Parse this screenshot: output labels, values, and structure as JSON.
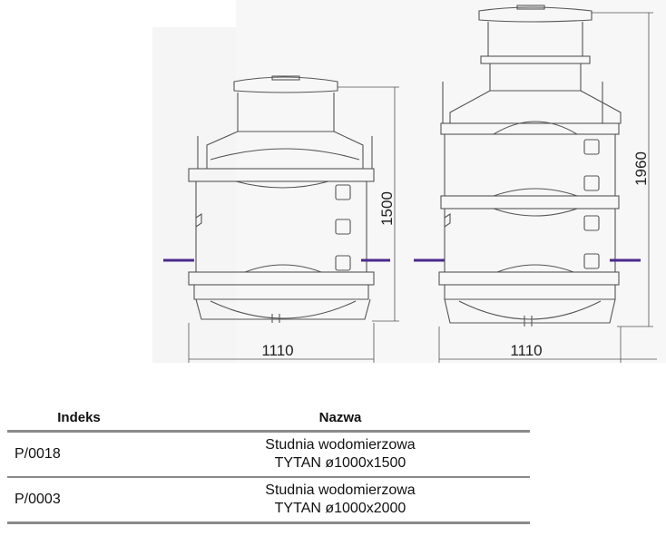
{
  "drawings": [
    {
      "id": "well-1500",
      "width_label": "1110",
      "height_label": "1500"
    },
    {
      "id": "well-1960",
      "width_label": "1110",
      "height_label": "1960"
    }
  ],
  "colors": {
    "line": "#555555",
    "ground_line": "#4b2a8c",
    "table_rule": "#8a8a8a",
    "drawing_bg": "#f4f4f4"
  },
  "table": {
    "headers": {
      "index": "Indeks",
      "name": "Nazwa"
    },
    "rows": [
      {
        "index": "P/0018",
        "name_line1": "Studnia wodomierzowa",
        "name_line2": "TYTAN ø1000x1500"
      },
      {
        "index": "P/0003",
        "name_line1": "Studnia wodomierzowa",
        "name_line2": "TYTAN ø1000x2000"
      }
    ]
  }
}
